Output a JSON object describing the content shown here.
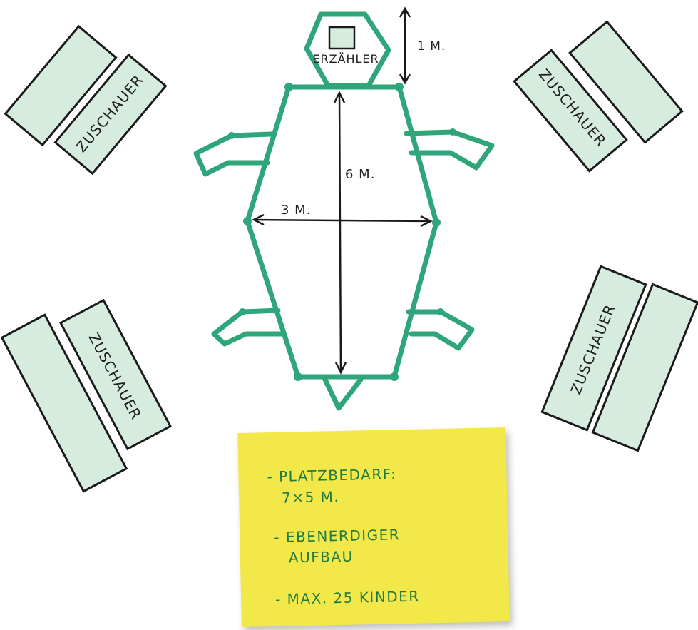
{
  "benches": {
    "top_left": "ZUSCHAUER",
    "top_right": "ZUSCHAUER",
    "bottom_left": "ZUSCHAUER",
    "bottom_right": "ZUSCHAUER"
  },
  "stage": {
    "narrator_label": "ERZÄHLER",
    "narrator_depth": "1 M.",
    "length": "6 M.",
    "width": "3 M."
  },
  "note": {
    "lines": [
      "- PLATZBEDARF:",
      "7×5 M.",
      "- EBENERDIGER",
      "AUFBAU",
      "- MAX. 25 KINDER"
    ]
  },
  "colors": {
    "bench_fill": "#d6ecdf",
    "stage_outline": "#2fa57a",
    "note": "#f3e84a",
    "note_text": "#1f7a3e"
  }
}
